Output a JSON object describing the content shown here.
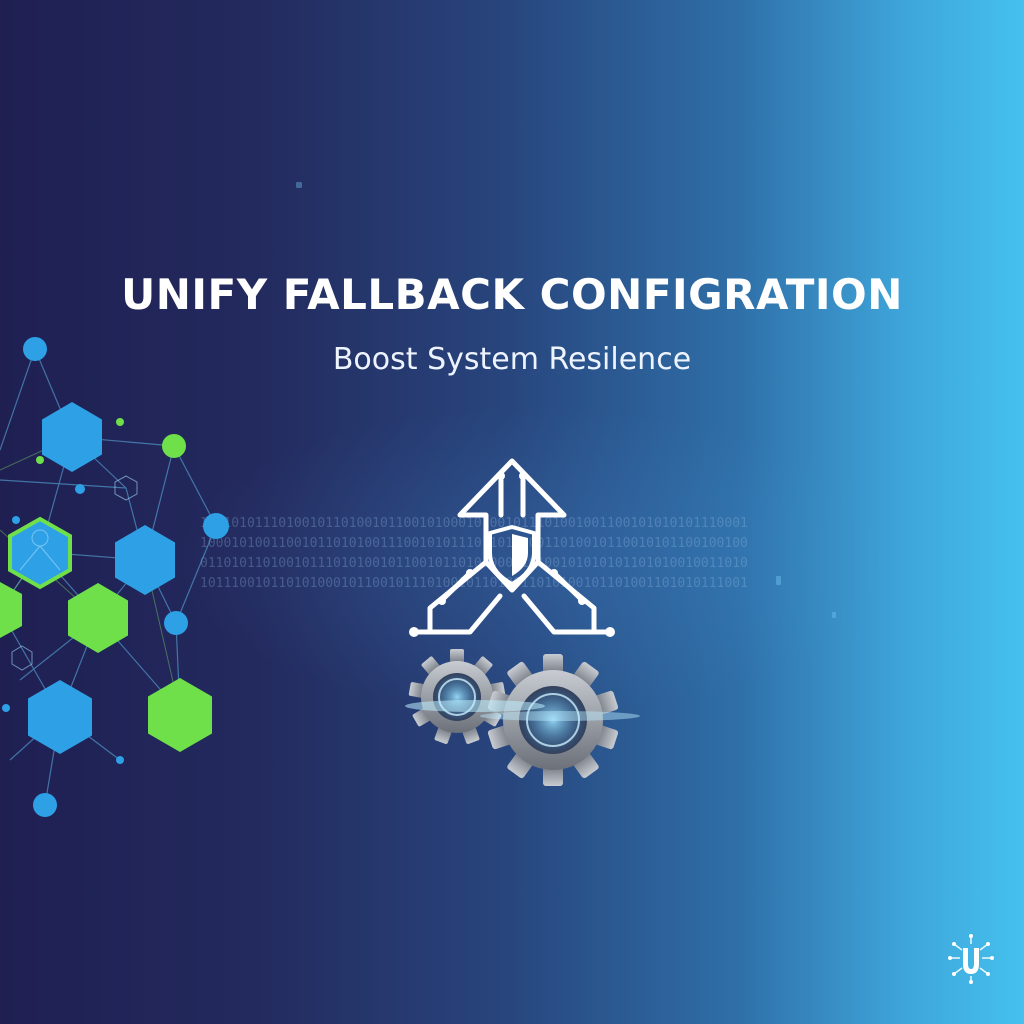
{
  "headline": "UNIFY FALLBACK CONFIGRATION",
  "subheadline": "Boost System Resilence",
  "binary_stream": [
    "1111010111010010110100101100101000101001011101001001100101010101110001",
    "1000101001100101101010011100101011101101010011010010110010101100100100",
    "0110101101001011101010010110010110101000110100101010101101010010011010",
    "1011100101101010001011001011101001011010011010100101101001101010111001"
  ],
  "icons": [
    "network-hexagons",
    "upload-arrow-icon",
    "shield-icon",
    "gear-icon",
    "brand-logo-icon"
  ],
  "colors": {
    "bg_left": "#1f1f52",
    "bg_mid": "#28467e",
    "bg_right": "#45c1ee",
    "hex_blue": "#2ea0e6",
    "hex_green": "#6fe04a",
    "text": "#ffffff",
    "gear": "#8a8f98"
  }
}
